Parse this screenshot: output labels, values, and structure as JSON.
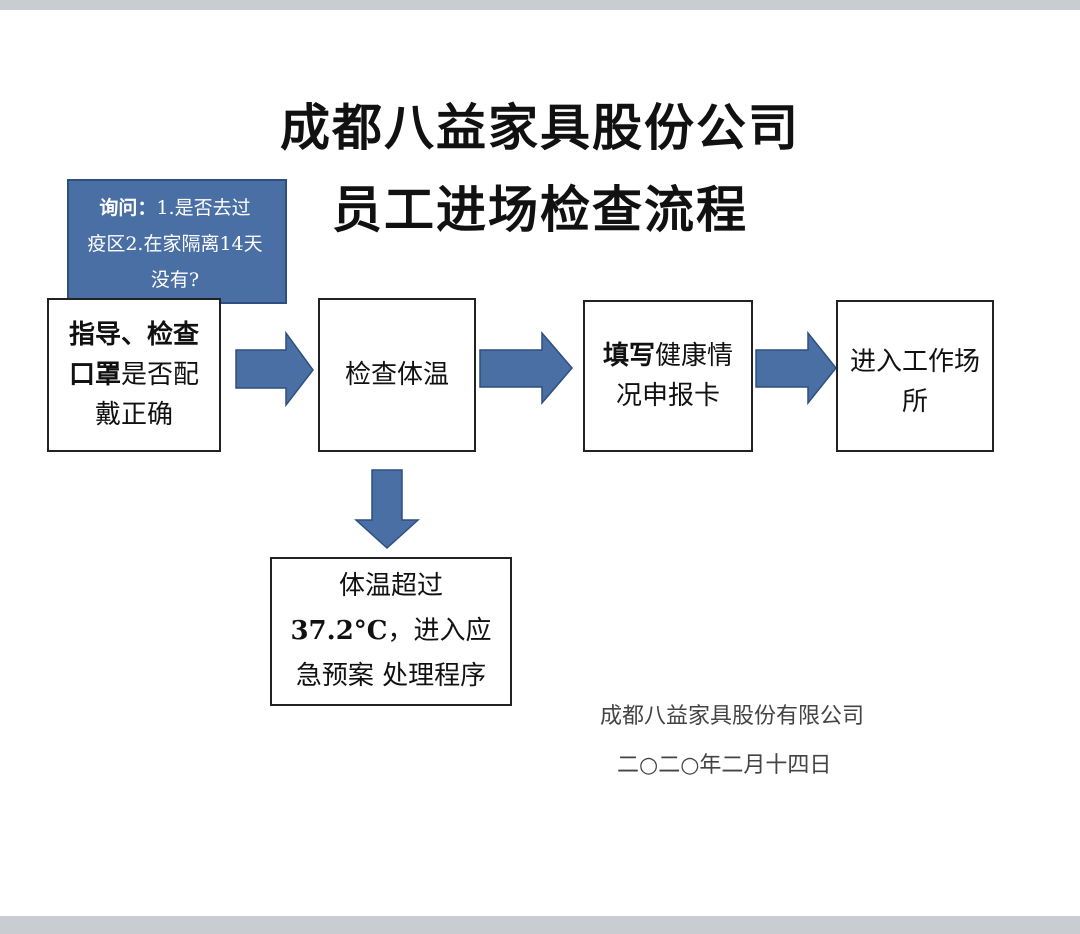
{
  "title": {
    "line1": "成都八益家具股份公司",
    "line2": "员工进场检查流程"
  },
  "callout": {
    "heading": "询问：",
    "line1_rest": "1.是否去过",
    "line2": "疫区2.在家隔离14天",
    "line3": "没有?",
    "color": "#4a6fa5"
  },
  "steps": {
    "guide": {
      "bold1": "指导、检查",
      "bold2": "口罩",
      "rest2": "是否配",
      "line3": "戴正确"
    },
    "temperature": {
      "label": "检查体温"
    },
    "card": {
      "bold": "填写",
      "rest1": "健康情",
      "line2": "况申报卡"
    },
    "enter": {
      "line1": "进入工作场",
      "line2": "所"
    },
    "emergency": {
      "line1": "体温超过",
      "bold": "37.2°C",
      "rest2": "，进入应",
      "line3": "急预案 处理程序"
    }
  },
  "arrow_color": "#4a6fa5",
  "footer": {
    "company": "成都八益家具股份有限公司",
    "date": "二○二○年二月十四日"
  }
}
